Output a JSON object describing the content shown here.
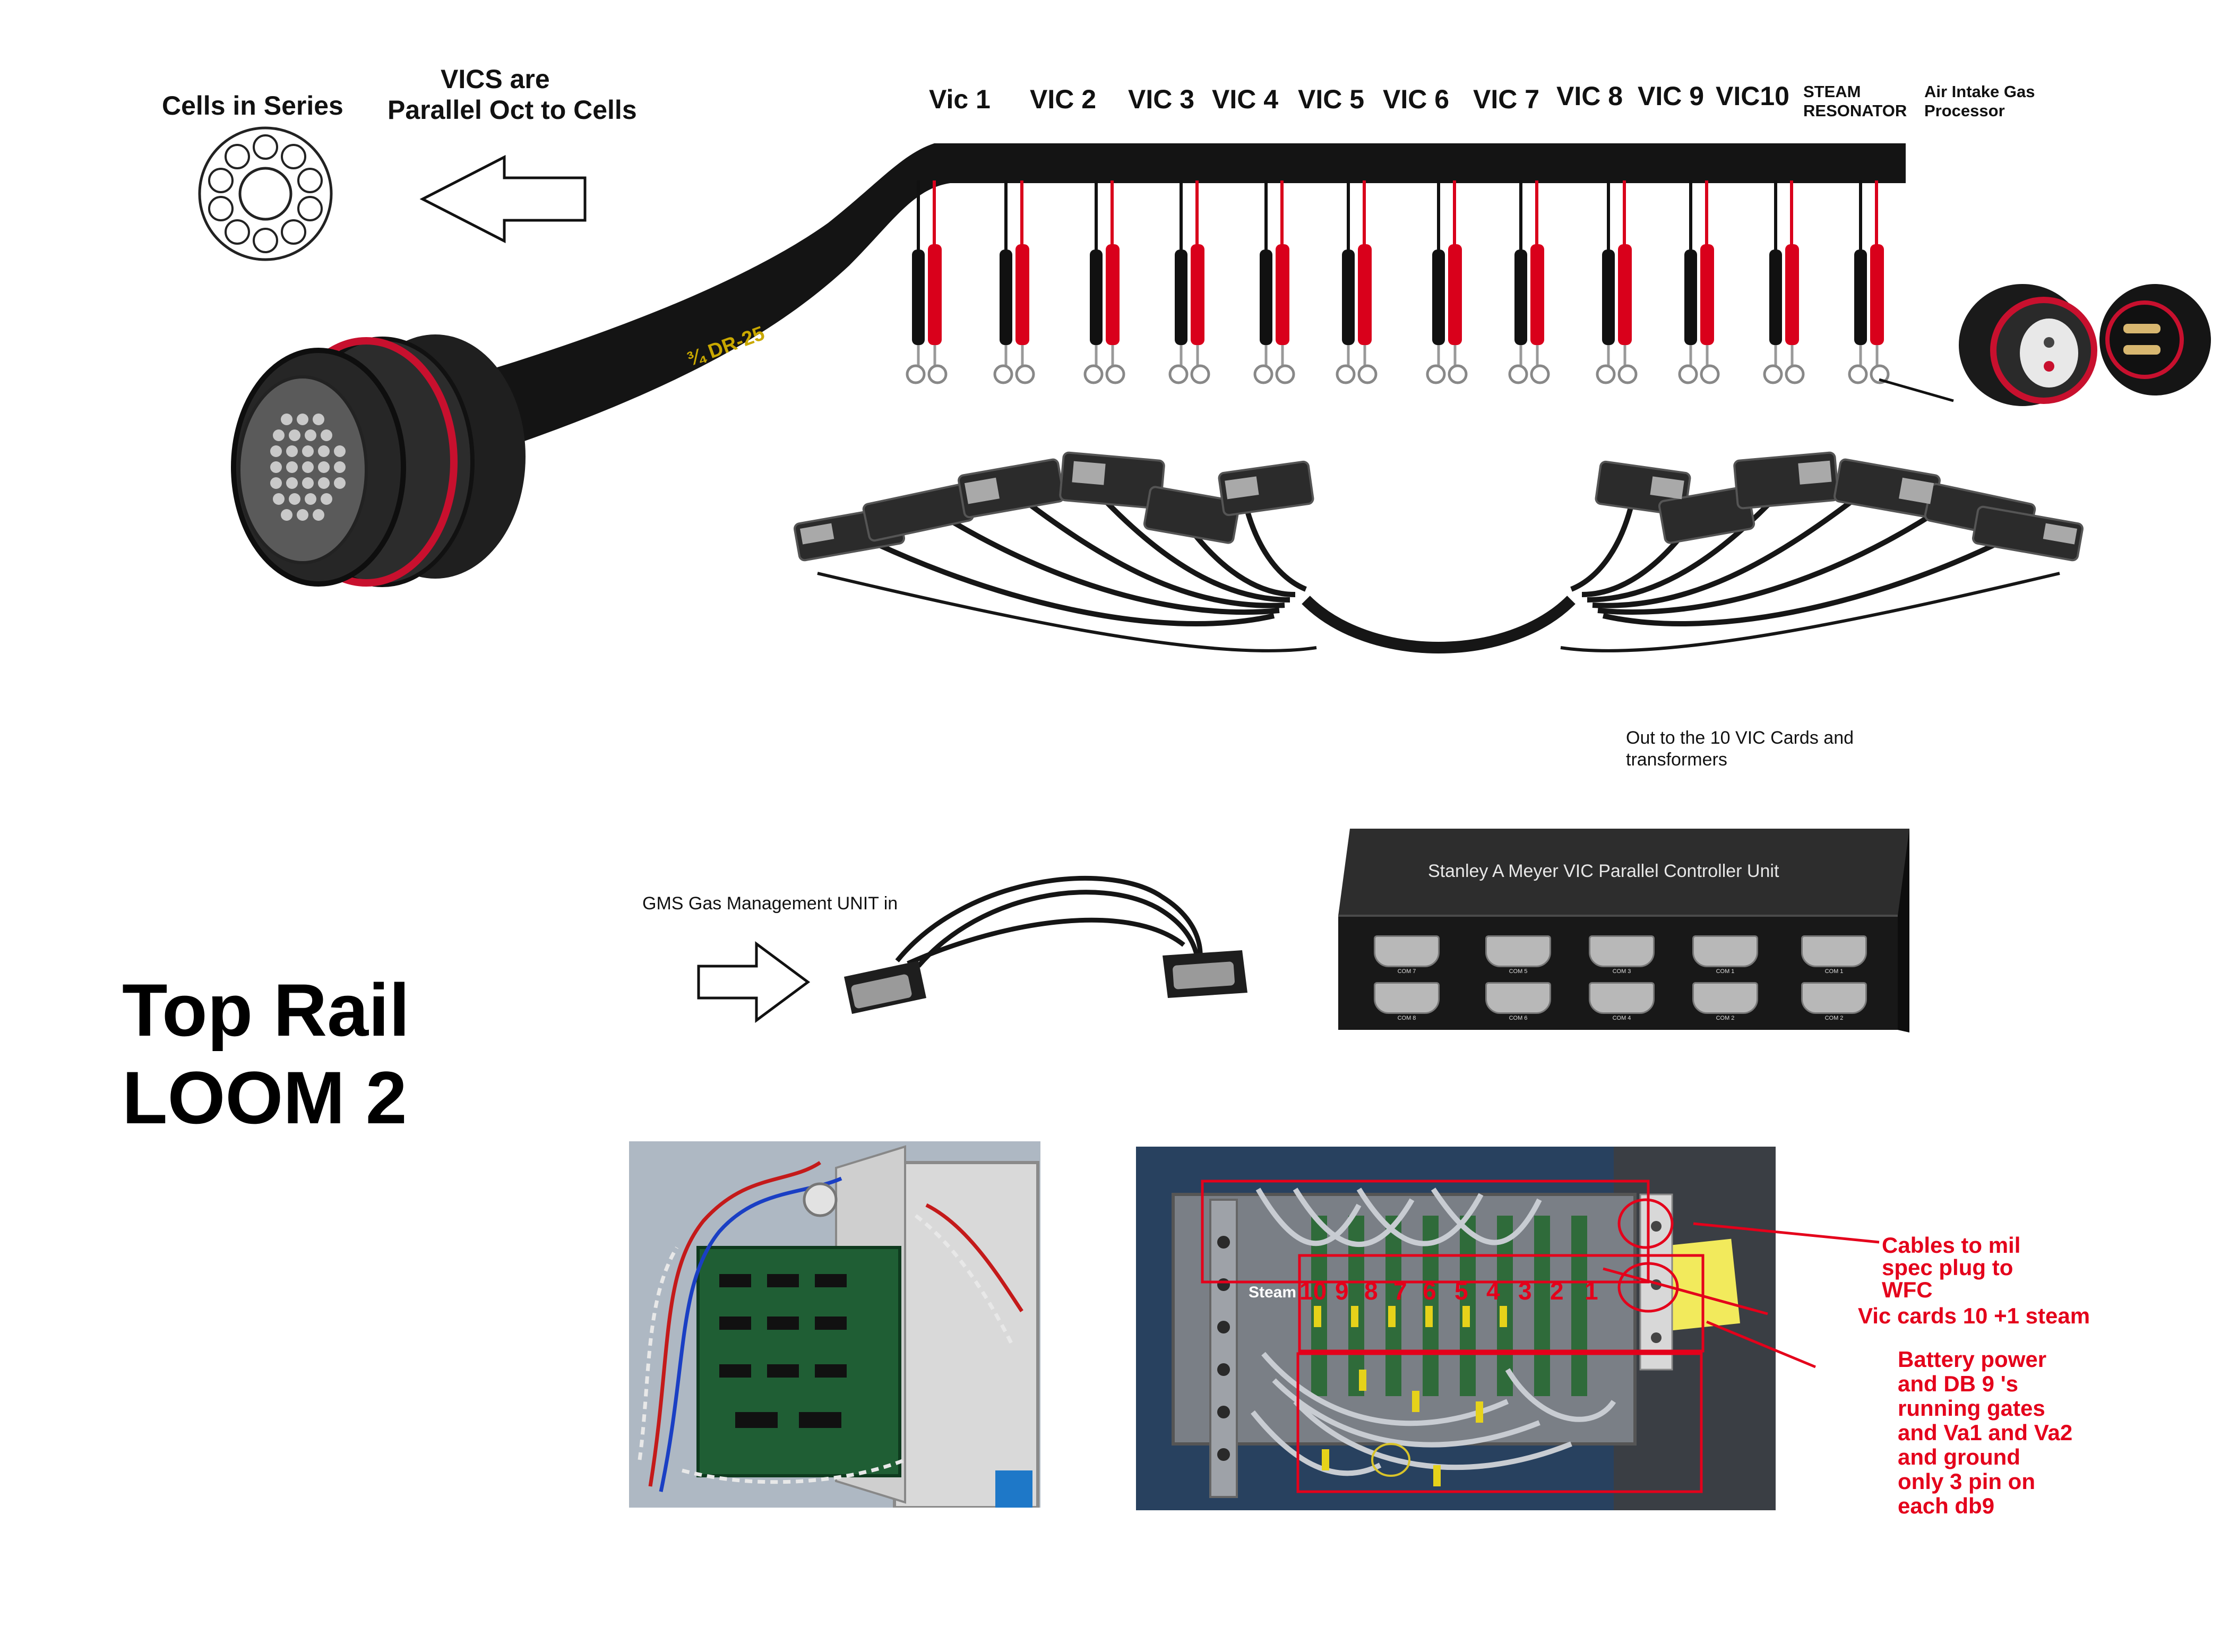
{
  "header": {
    "cells_in_series": "Cells in Series",
    "vics_line1": "VICS are",
    "vics_line2": "Parallel Oct to Cells"
  },
  "vic_labels": [
    "Vic 1",
    "VIC 2",
    "VIC 3",
    "VIC 4",
    "VIC 5",
    "VIC 6",
    "VIC 7",
    "VIC 8",
    "VIC 9",
    "VIC10"
  ],
  "steam_resonator": {
    "line1": "STEAM",
    "line2": "RESONATOR"
  },
  "air_intake": {
    "line1": "Air Intake Gas",
    "line2": "Processor"
  },
  "connector_marking": "¾ DR-25",
  "out_to": {
    "line1": "Out to the 10 VIC Cards and",
    "line2": "transformers"
  },
  "controller": {
    "label": "Stanley A Meyer VIC  Parallel Controller Unit",
    "ports_top": [
      "COM 7",
      "COM 5",
      "COM 3",
      "COM 1",
      "COM 1"
    ],
    "ports_bottom": [
      "COM 8",
      "COM 6",
      "COM 4",
      "COM 2",
      "COM 2"
    ]
  },
  "gms": "GMS Gas Management UNIT in",
  "title": {
    "line1": "Top Rail",
    "line2": "LOOM 2"
  },
  "photo_right": {
    "steam": "Steam",
    "numbers": [
      "10",
      "9",
      "8",
      "7",
      "6",
      "5",
      "4",
      "3",
      "2",
      "1"
    ]
  },
  "annotations": {
    "cables": [
      "Cables to mil",
      "spec plug to",
      "WFC"
    ],
    "vic_cards": "Vic cards 10 +1 steam",
    "battery": [
      "Battery power",
      "and DB 9 's",
      "running gates",
      "and Va1 and Va2",
      "and ground",
      "only 3 pin on",
      "each db9"
    ]
  },
  "colors": {
    "annotation_red": "#e4001b",
    "wire_red": "#d9001b",
    "wire_black": "#111111",
    "controller_body": "#1e1e1e"
  }
}
